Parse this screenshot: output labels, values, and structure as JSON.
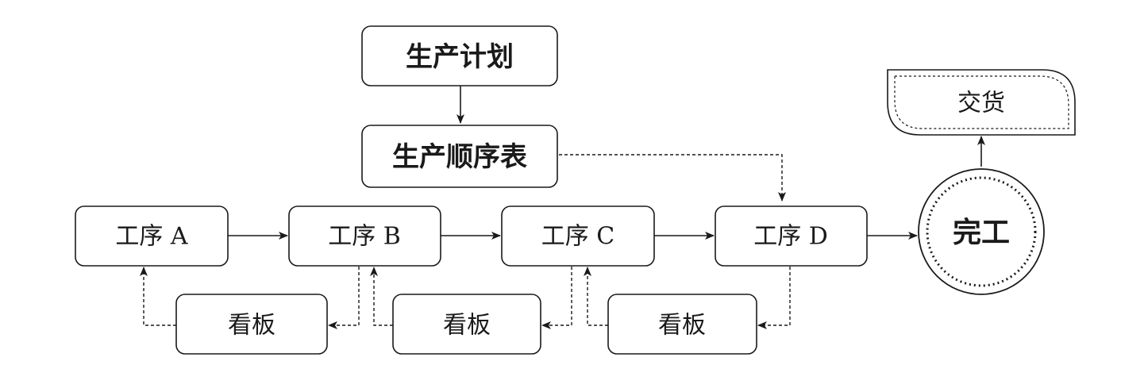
{
  "nodes": {
    "plan": "生产计划",
    "sequence": "生产顺序表",
    "process_a": "工序 A",
    "process_b": "工序 B",
    "process_c": "工序 C",
    "process_d": "工序 D",
    "kanban_1": "看板",
    "kanban_2": "看板",
    "kanban_3": "看板",
    "complete": "完工",
    "delivery": "交货"
  },
  "edges": [
    {
      "from": "plan",
      "to": "sequence",
      "style": "solid"
    },
    {
      "from": "sequence",
      "to": "process_d",
      "style": "dashed"
    },
    {
      "from": "process_a",
      "to": "process_b",
      "style": "solid"
    },
    {
      "from": "process_b",
      "to": "process_c",
      "style": "solid"
    },
    {
      "from": "process_c",
      "to": "process_d",
      "style": "solid"
    },
    {
      "from": "process_d",
      "to": "complete",
      "style": "solid"
    },
    {
      "from": "complete",
      "to": "delivery",
      "style": "solid"
    },
    {
      "from": "process_b",
      "to": "kanban_1",
      "style": "dashed"
    },
    {
      "from": "kanban_1",
      "to": "process_a",
      "style": "dashed"
    },
    {
      "from": "process_c",
      "to": "kanban_2",
      "style": "dashed"
    },
    {
      "from": "kanban_2",
      "to": "process_b",
      "style": "dashed"
    },
    {
      "from": "process_d",
      "to": "kanban_3",
      "style": "dashed"
    },
    {
      "from": "kanban_3",
      "to": "process_c",
      "style": "dashed"
    }
  ],
  "colors": {
    "stroke": "#1a1a1a",
    "background": "#ffffff"
  }
}
